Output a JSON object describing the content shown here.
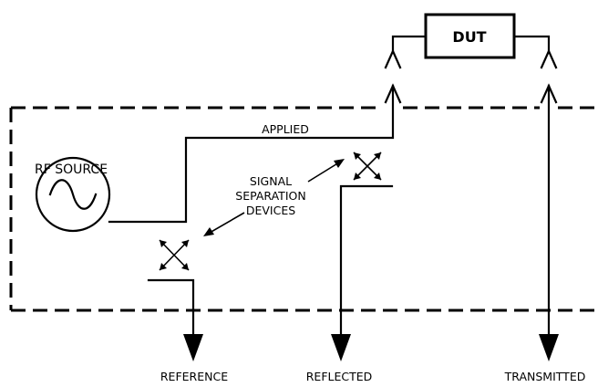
{
  "labels": {
    "dut": "DUT",
    "applied": "APPLIED",
    "rf_source": "RF SOURCE",
    "signal_separation_line1": "SIGNAL",
    "signal_separation_line2": "SEPARATION",
    "signal_separation_line3": "DEVICES",
    "reference": "REFERENCE",
    "reflected": "REFLECTED",
    "transmitted": "TRANSMITTED"
  }
}
